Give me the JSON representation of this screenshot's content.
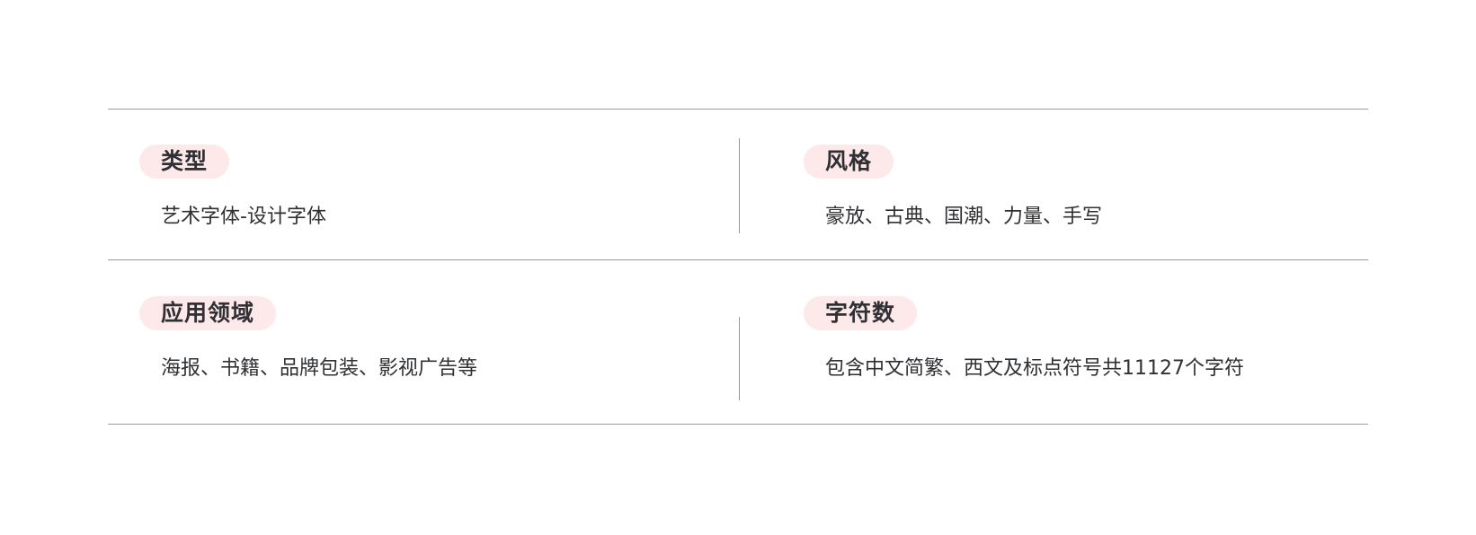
{
  "sections": [
    {
      "label": "类型",
      "value": "艺术字体-设计字体"
    },
    {
      "label": "风格",
      "value": "豪放、古典、国潮、力量、手写"
    },
    {
      "label": "应用领域",
      "value": "海报、书籍、品牌包装、影视广告等"
    },
    {
      "label": "字符数",
      "value": "包含中文简繁、西文及标点符号共11127个字符"
    }
  ]
}
